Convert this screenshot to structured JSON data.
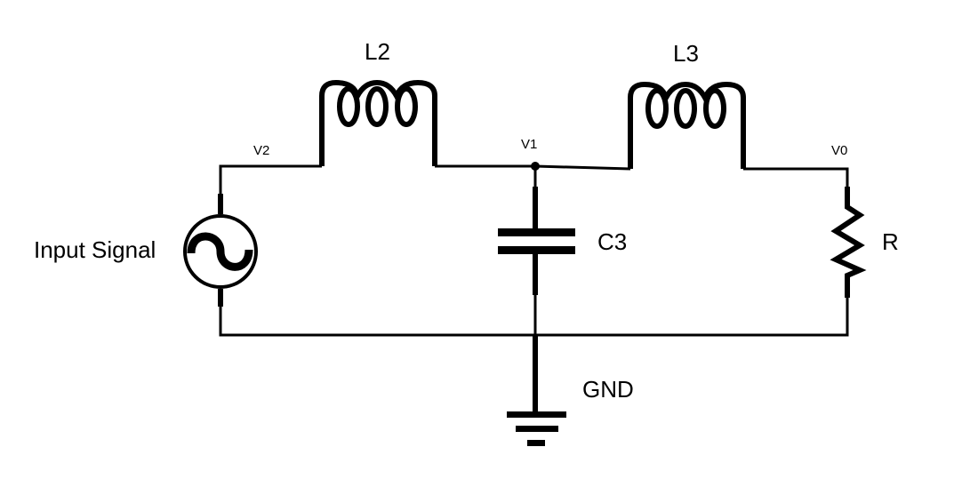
{
  "components": {
    "inductor_l2": {
      "label": "L2"
    },
    "inductor_l3": {
      "label": "L3"
    },
    "capacitor": {
      "label": "C3"
    },
    "resistor": {
      "label": "R"
    },
    "source": {
      "label": "Input Signal"
    },
    "ground": {
      "label": "GND"
    }
  },
  "nodes": {
    "v2": "V2",
    "v1": "V1",
    "v0": "V0"
  },
  "colors": {
    "line": "#000000",
    "background": "#ffffff"
  }
}
